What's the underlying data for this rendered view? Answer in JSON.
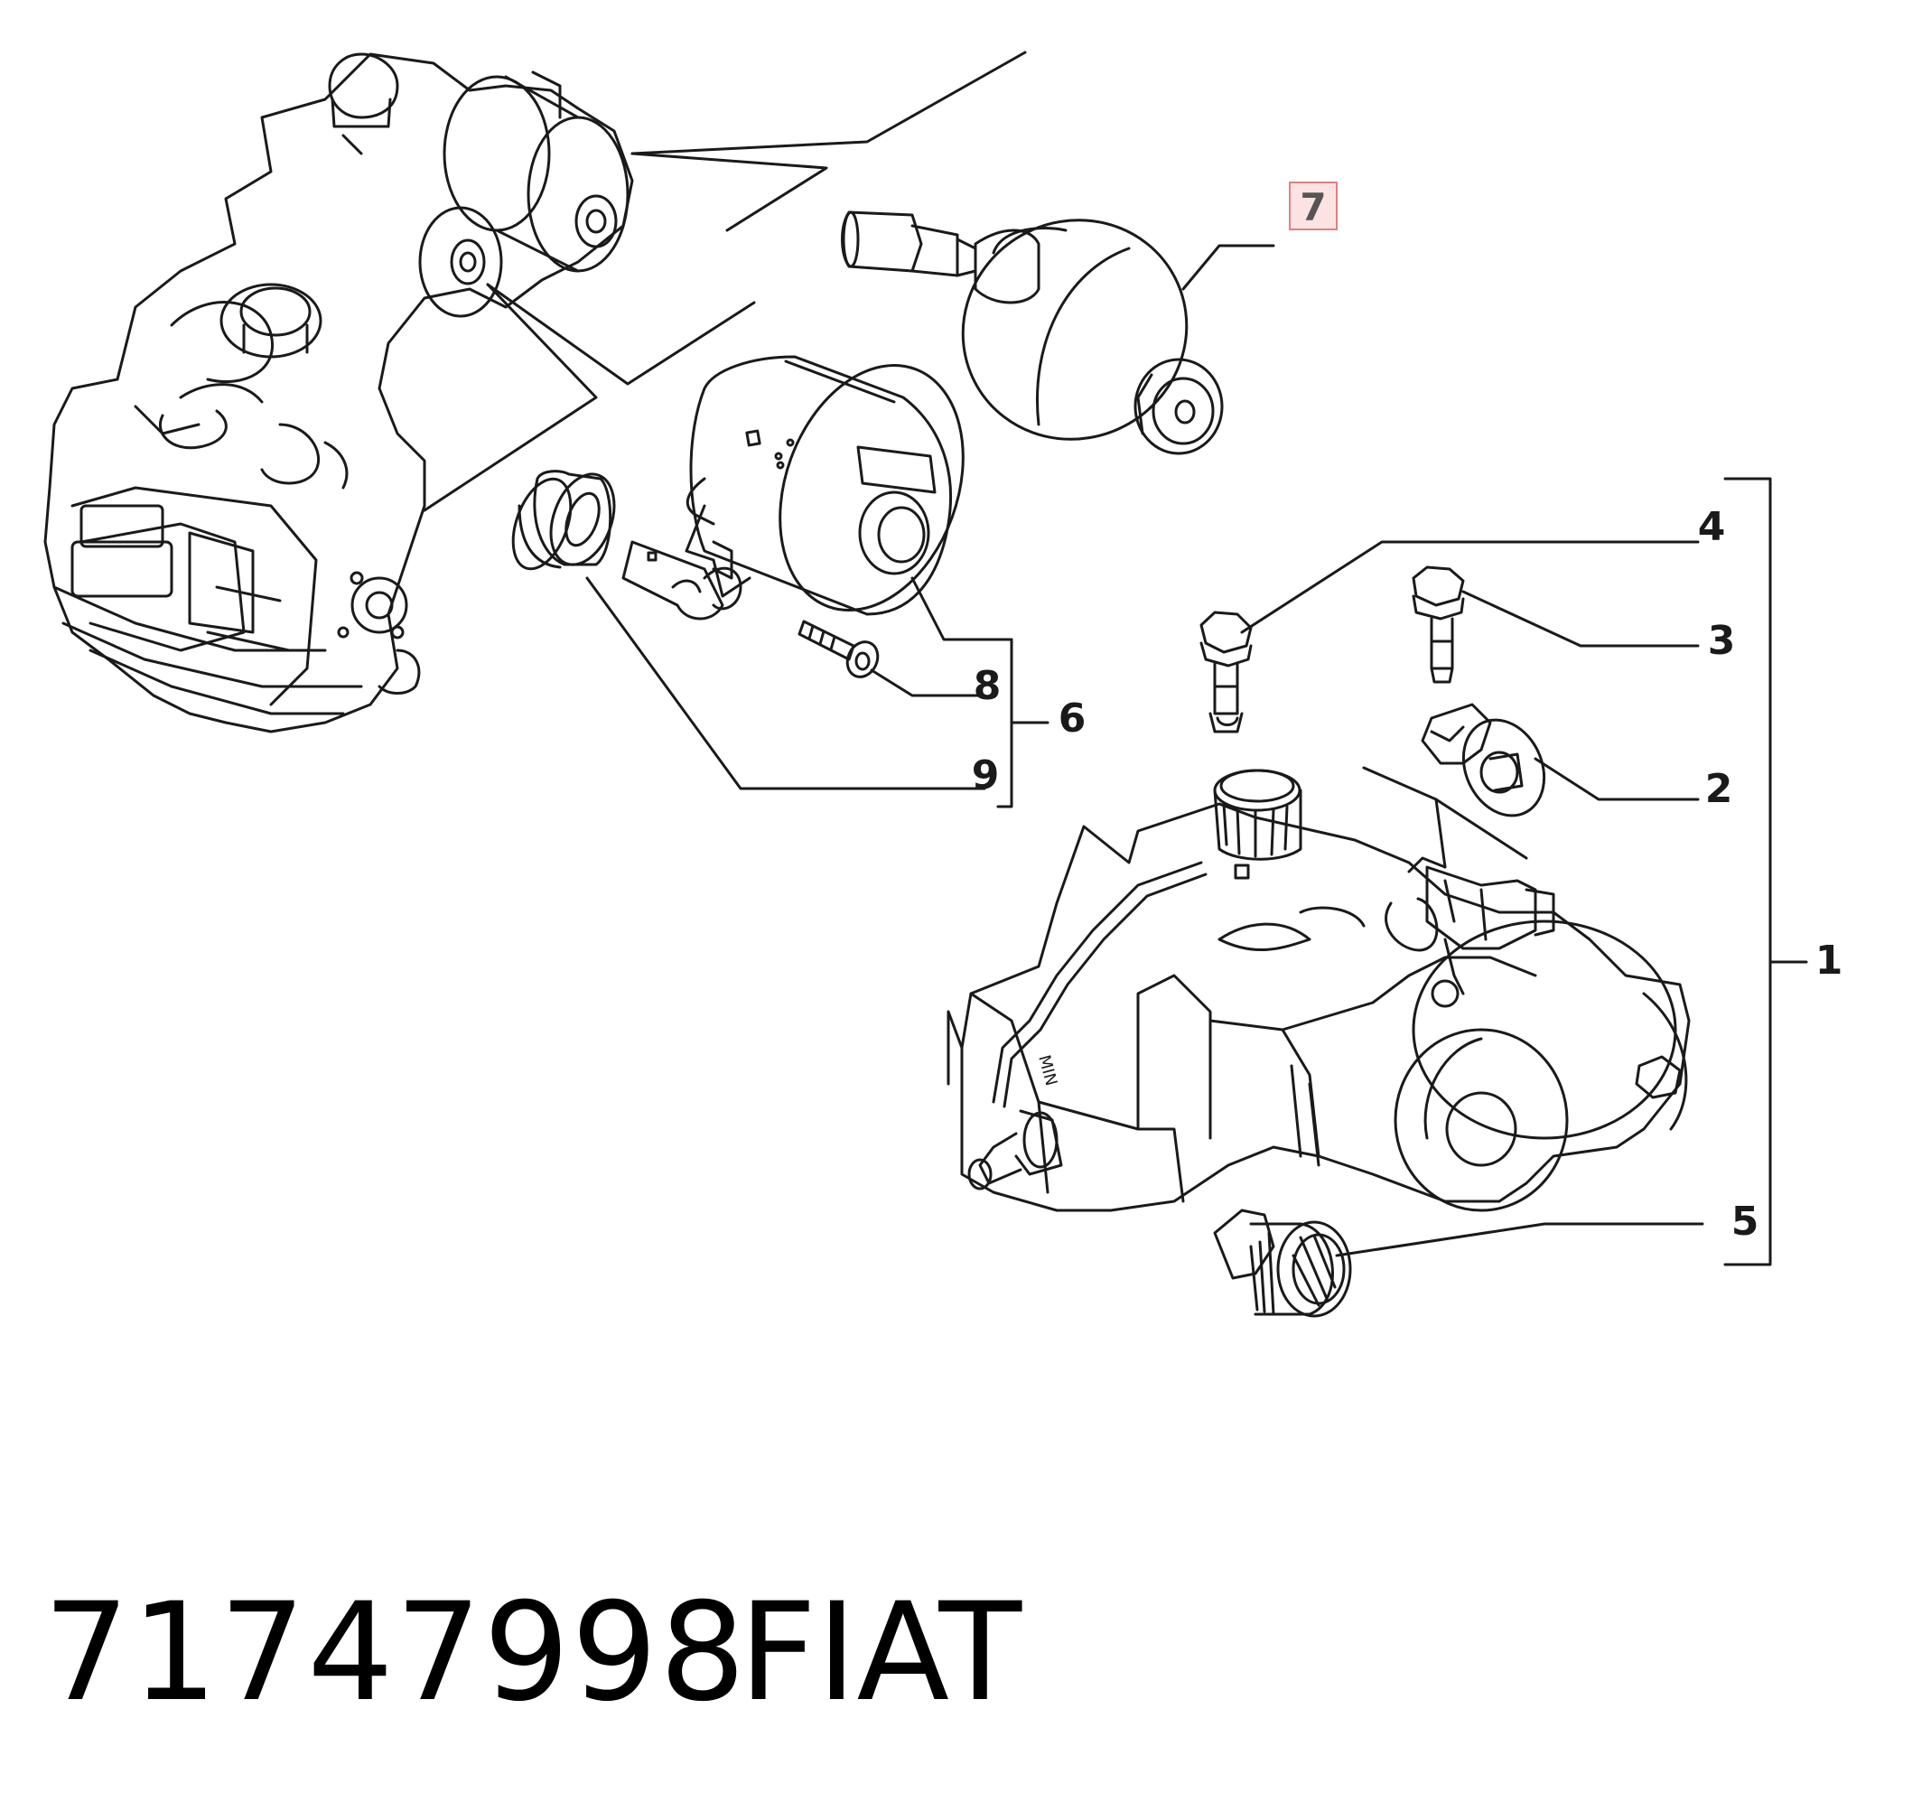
{
  "callouts": {
    "c1": "1",
    "c2": "2",
    "c3": "3",
    "c4": "4",
    "c5": "5",
    "c6": "6",
    "c7": "7",
    "c8": "8",
    "c9": "9"
  },
  "reservoir_label": "MIN",
  "part_number": "71747998",
  "brand": "FIAT",
  "colors": {
    "line": "#1a1a1a",
    "highlight_border": "#e08080",
    "highlight_fill": "#fbe3e3"
  }
}
